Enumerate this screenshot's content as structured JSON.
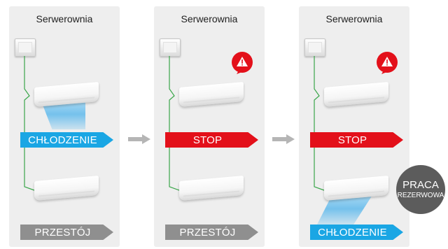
{
  "panels": [
    {
      "title": "Serwerownia",
      "status_top": "CHŁODZENIE",
      "status_bottom": "PRZESTÓJ"
    },
    {
      "title": "Serwerownia",
      "status_top": "STOP",
      "status_bottom": "PRZESTÓJ"
    },
    {
      "title": "Serwerownia",
      "status_top": "STOP",
      "status_bottom": "CHŁODZENIE"
    }
  ],
  "reserve_badge": {
    "line1": "PRACA",
    "line2": "REZERWOWA"
  },
  "colors": {
    "cooling": "#1aa6e4",
    "stop": "#e3101a",
    "idle": "#8f8f8f",
    "warning": "#e3101a",
    "badge": "#5c5c5c",
    "arrow": "#b5b5b5"
  },
  "icons": {
    "warning": "warning-triangle-icon",
    "controller": "wall-controller-icon",
    "unit": "air-conditioner-icon"
  }
}
